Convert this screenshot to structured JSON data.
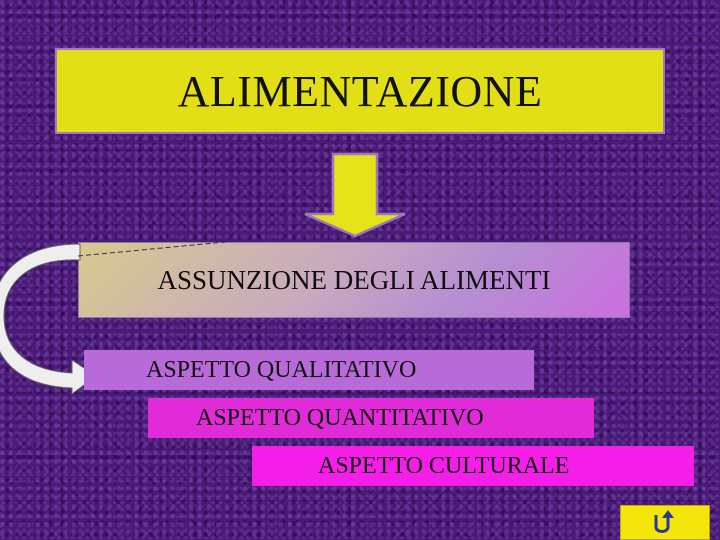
{
  "title": "ALIMENTAZIONE",
  "main_box": "ASSUNZIONE DEGLI ALIMENTI",
  "aspects": [
    "ASPETTO QUALITATIVO",
    "ASPETTO QUANTITATIVO",
    "ASPETTO CULTURALE"
  ],
  "icons": {
    "down_arrow": "arrow-down-icon",
    "curved_arrow": "curved-arrow-icon",
    "return": "return-arrow-icon"
  },
  "colors": {
    "background": "#4a1a78",
    "title_box": "#e3df16",
    "qualitativo": "#b86ad8",
    "quantitativo": "#e12ad8",
    "culturale": "#f41ee8",
    "return_button": "#f4e60a"
  }
}
